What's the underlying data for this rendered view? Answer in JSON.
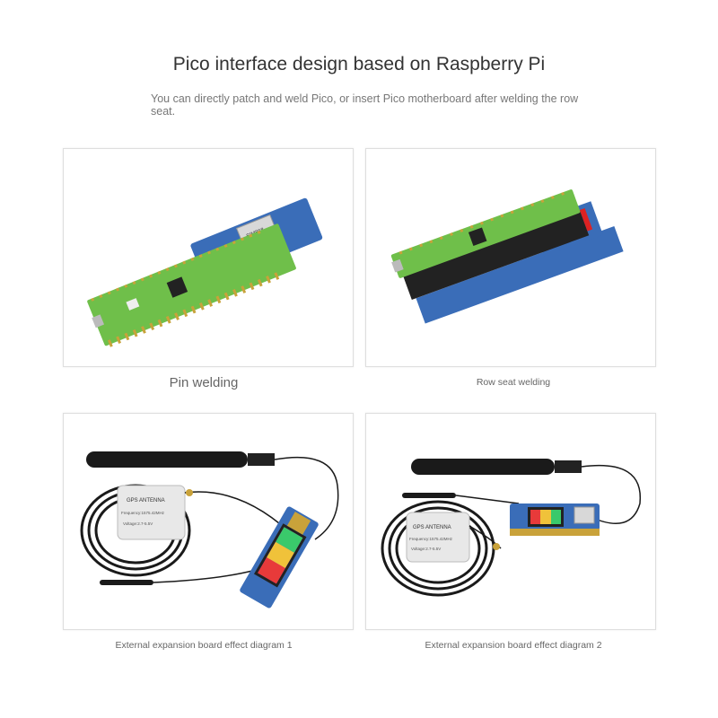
{
  "header": {
    "title": "Pico interface design based on Raspberry Pi",
    "subtitle": "You can directly patch and weld Pico, or insert Pico motherboard after welding the row seat."
  },
  "panels": [
    {
      "caption": "Pin welding"
    },
    {
      "caption": "Row seat welding"
    },
    {
      "caption": "External expansion board effect diagram 1"
    },
    {
      "caption": "External expansion board effect diagram 2"
    }
  ],
  "labels": {
    "gps_antenna": "GPS ANTENNA",
    "gps_freq": "Frequency:1575.42MHz",
    "gps_voltage": "Voltage:2.7-5.5V",
    "module_text": "SIM868"
  },
  "colors": {
    "pico_green": "#6fbf4a",
    "hat_blue": "#3a6db8",
    "pin_gold": "#c9a23a",
    "cable_black": "#1a1a1a"
  }
}
